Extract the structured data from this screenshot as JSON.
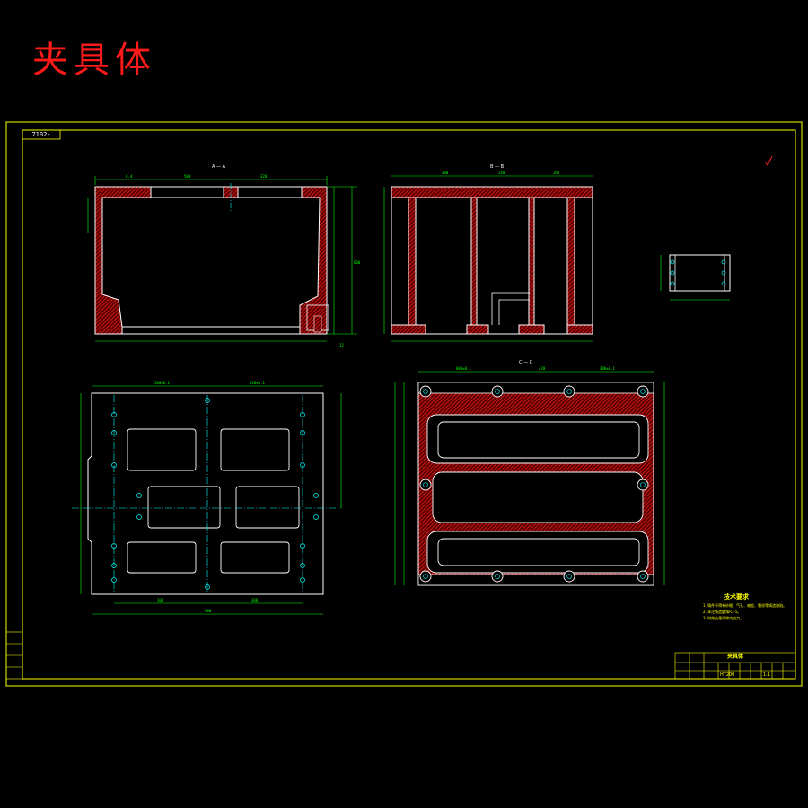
{
  "title": "夹具体",
  "drawing_number": "7102-",
  "section_labels": {
    "a": "A — A",
    "b": "B — B",
    "c": "C — C"
  },
  "technical_notes": {
    "heading": "技术要求",
    "items": [
      "1. 铸件不得有砂眼、气孔、缩松、裂纹等铸造缺陷。",
      "2. 未注铸造圆角R3-5。",
      "3. 时效处理消除内应力。"
    ]
  },
  "title_block": {
    "part_name": "夹具体",
    "material": "HT200",
    "scale": "1:1"
  },
  "colors": {
    "background": "#000000",
    "frame": "#ffff00",
    "outline": "#ffffff",
    "hatch": "#ff2020",
    "dimension": "#00ff00",
    "centerline": "#00ffff",
    "title": "#ff1a1a"
  },
  "icons": {
    "roughness": "roughness-check-icon",
    "section_arrow": "section-arrow-icon"
  }
}
